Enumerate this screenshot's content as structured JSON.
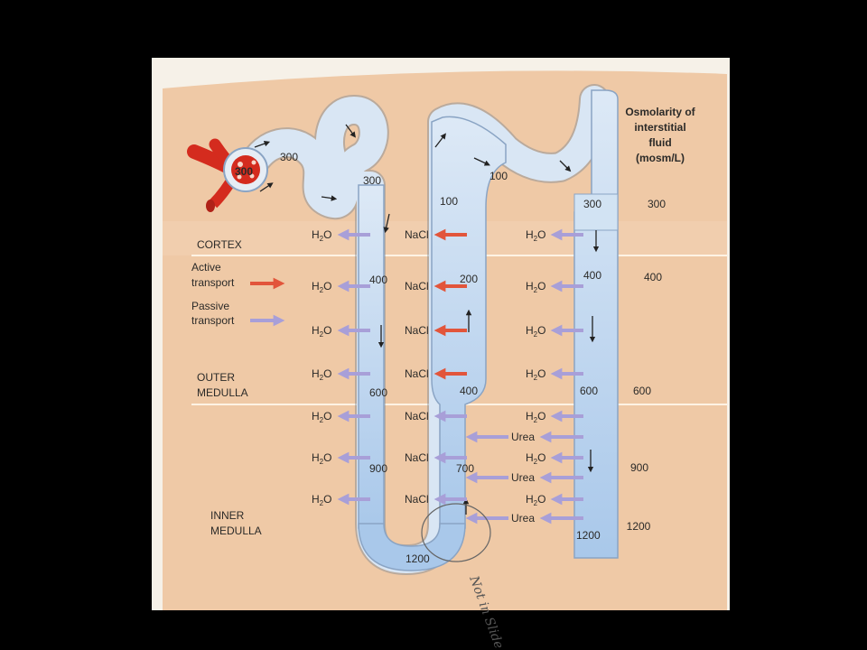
{
  "header": {
    "line1": "Osmolarity of",
    "line2": "interstitial",
    "line3": "fluid",
    "line4": "(mosm/L)"
  },
  "zones": {
    "cortex": "CORTEX",
    "outer1": "OUTER",
    "outer2": "MEDULLA",
    "inner1": "INNER",
    "inner2": "MEDULLA"
  },
  "legend": {
    "active1": "Active",
    "active2": "transport",
    "passive1": "Passive",
    "passive2": "transport"
  },
  "interstitial": [
    "300",
    "400",
    "600",
    "900",
    "1200"
  ],
  "tubule_values": {
    "glomerulus": "300",
    "pct": "300",
    "dl_top": "300",
    "dl_400": "400",
    "dl_600": "600",
    "dl_900": "900",
    "bottom": "1200",
    "al_700": "700",
    "al_400": "400",
    "al_200": "200",
    "al_100": "100",
    "dct": "100",
    "cd_300": "300",
    "cd_400": "400",
    "cd_600": "600",
    "cd_1200": "1200"
  },
  "substances": {
    "water": "H",
    "water_sub": "2",
    "water_end": "O",
    "salt": "NaCl",
    "urea": "Urea"
  },
  "annotation": "Not in Slide",
  "colors": {
    "active": "#e2553b",
    "passive": "#a89fd8",
    "tubule": "#cfe0f3",
    "background": "#efc9a6",
    "vessel": "#d42b1e"
  }
}
